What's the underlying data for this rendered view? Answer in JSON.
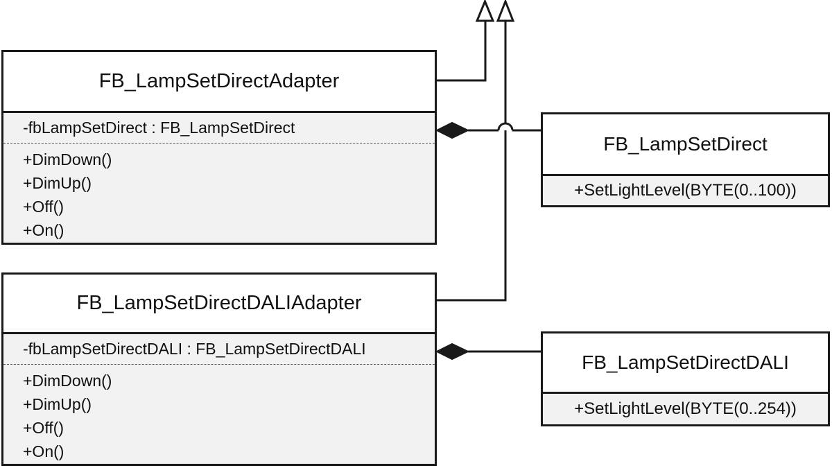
{
  "diagram": {
    "type": "uml-class-diagram",
    "classes": [
      {
        "name": "FB_LampSetDirectAdapter",
        "attributes": [
          "-fbLampSetDirect : FB_LampSetDirect"
        ],
        "methods": [
          "+DimDown()",
          "+DimUp()",
          "+Off()",
          "+On()"
        ]
      },
      {
        "name": "FB_LampSetDirectDALIAdapter",
        "attributes": [
          "-fbLampSetDirectDALI : FB_LampSetDirectDALI"
        ],
        "methods": [
          "+DimDown()",
          "+DimUp()",
          "+Off()",
          "+On()"
        ]
      },
      {
        "name": "FB_LampSetDirect",
        "attributes": [],
        "methods": [
          "+SetLightLevel(BYTE(0..100))"
        ]
      },
      {
        "name": "FB_LampSetDirectDALI",
        "attributes": [],
        "methods": [
          "+SetLightLevel(BYTE(0..254))"
        ]
      }
    ],
    "relations": [
      {
        "type": "generalization",
        "from": "FB_LampSetDirectAdapter",
        "target_visible": false
      },
      {
        "type": "generalization",
        "from": "FB_LampSetDirectDALIAdapter",
        "target_visible": false
      },
      {
        "type": "composition",
        "whole": "FB_LampSetDirectAdapter",
        "part": "FB_LampSetDirect"
      },
      {
        "type": "composition",
        "whole": "FB_LampSetDirectDALIAdapter",
        "part": "FB_LampSetDirectDALI"
      }
    ],
    "colors": {
      "line": "#1a1a1a",
      "compartment_bg": "#f2f2f2",
      "title_bg": "#ffffff",
      "canvas_bg": "#ffffff"
    }
  }
}
